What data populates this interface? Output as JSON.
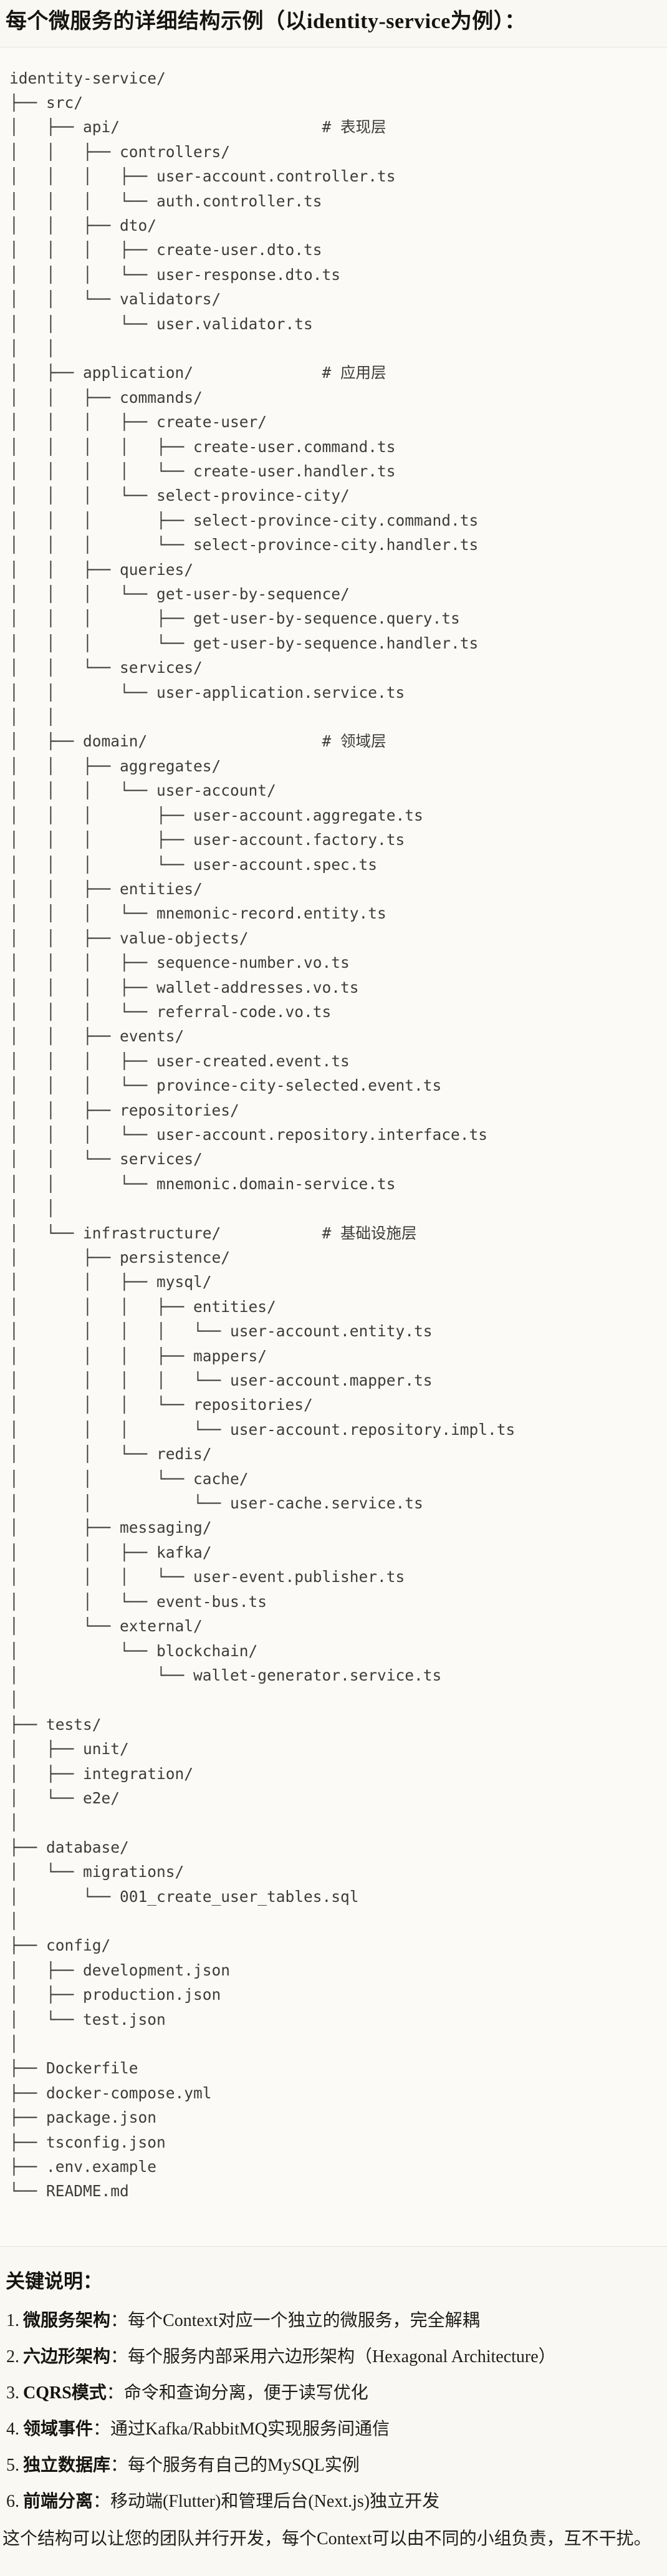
{
  "page": {
    "title": "每个微服务的详细结构示例（以identity-service为例）："
  },
  "tree": {
    "lines": [
      "identity-service/",
      "├── src/",
      "│   ├── api/                      # 表现层",
      "│   │   ├── controllers/",
      "│   │   │   ├── user-account.controller.ts",
      "│   │   │   └── auth.controller.ts",
      "│   │   ├── dto/",
      "│   │   │   ├── create-user.dto.ts",
      "│   │   │   └── user-response.dto.ts",
      "│   │   └── validators/",
      "│   │       └── user.validator.ts",
      "│   │",
      "│   ├── application/              # 应用层",
      "│   │   ├── commands/",
      "│   │   │   ├── create-user/",
      "│   │   │   │   ├── create-user.command.ts",
      "│   │   │   │   └── create-user.handler.ts",
      "│   │   │   └── select-province-city/",
      "│   │   │       ├── select-province-city.command.ts",
      "│   │   │       └── select-province-city.handler.ts",
      "│   │   ├── queries/",
      "│   │   │   └── get-user-by-sequence/",
      "│   │   │       ├── get-user-by-sequence.query.ts",
      "│   │   │       └── get-user-by-sequence.handler.ts",
      "│   │   └── services/",
      "│   │       └── user-application.service.ts",
      "│   │",
      "│   ├── domain/                   # 领域层",
      "│   │   ├── aggregates/",
      "│   │   │   └── user-account/",
      "│   │   │       ├── user-account.aggregate.ts",
      "│   │   │       ├── user-account.factory.ts",
      "│   │   │       └── user-account.spec.ts",
      "│   │   ├── entities/",
      "│   │   │   └── mnemonic-record.entity.ts",
      "│   │   ├── value-objects/",
      "│   │   │   ├── sequence-number.vo.ts",
      "│   │   │   ├── wallet-addresses.vo.ts",
      "│   │   │   └── referral-code.vo.ts",
      "│   │   ├── events/",
      "│   │   │   ├── user-created.event.ts",
      "│   │   │   └── province-city-selected.event.ts",
      "│   │   ├── repositories/",
      "│   │   │   └── user-account.repository.interface.ts",
      "│   │   └── services/",
      "│   │       └── mnemonic.domain-service.ts",
      "│   │",
      "│   └── infrastructure/           # 基础设施层",
      "│       ├── persistence/",
      "│       │   ├── mysql/",
      "│       │   │   ├── entities/",
      "│       │   │   │   └── user-account.entity.ts",
      "│       │   │   ├── mappers/",
      "│       │   │   │   └── user-account.mapper.ts",
      "│       │   │   └── repositories/",
      "│       │   │       └── user-account.repository.impl.ts",
      "│       │   └── redis/",
      "│       │       └── cache/",
      "│       │           └── user-cache.service.ts",
      "│       ├── messaging/",
      "│       │   ├── kafka/",
      "│       │   │   └── user-event.publisher.ts",
      "│       │   └── event-bus.ts",
      "│       └── external/",
      "│           └── blockchain/",
      "│               └── wallet-generator.service.ts",
      "│",
      "├── tests/",
      "│   ├── unit/",
      "│   ├── integration/",
      "│   └── e2e/",
      "│",
      "├── database/",
      "│   └── migrations/",
      "│       └── 001_create_user_tables.sql",
      "│",
      "├── config/",
      "│   ├── development.json",
      "│   ├── production.json",
      "│   └── test.json",
      "│",
      "├── Dockerfile",
      "├── docker-compose.yml",
      "├── package.json",
      "├── tsconfig.json",
      "├── .env.example",
      "└── README.md"
    ]
  },
  "notes": {
    "heading": "关键说明：",
    "items": [
      {
        "num": "1.",
        "label": "微服务架构",
        "rest": "：每个Context对应一个独立的微服务，完全解耦"
      },
      {
        "num": "2.",
        "label": "六边形架构",
        "rest": "：每个服务内部采用六边形架构（Hexagonal Architecture）"
      },
      {
        "num": "3.",
        "label": "CQRS模式",
        "rest": "：命令和查询分离，便于读写优化"
      },
      {
        "num": "4.",
        "label": "领域事件",
        "rest": "：通过Kafka/RabbitMQ实现服务间通信"
      },
      {
        "num": "5.",
        "label": "独立数据库",
        "rest": "：每个服务有自己的MySQL实例"
      },
      {
        "num": "6.",
        "label": "前端分离",
        "rest": "：移动端(Flutter)和管理后台(Next.js)独立开发"
      }
    ],
    "footer": "这个结构可以让您的团队并行开发，每个Context可以由不同的小组负责，互不干扰。"
  }
}
